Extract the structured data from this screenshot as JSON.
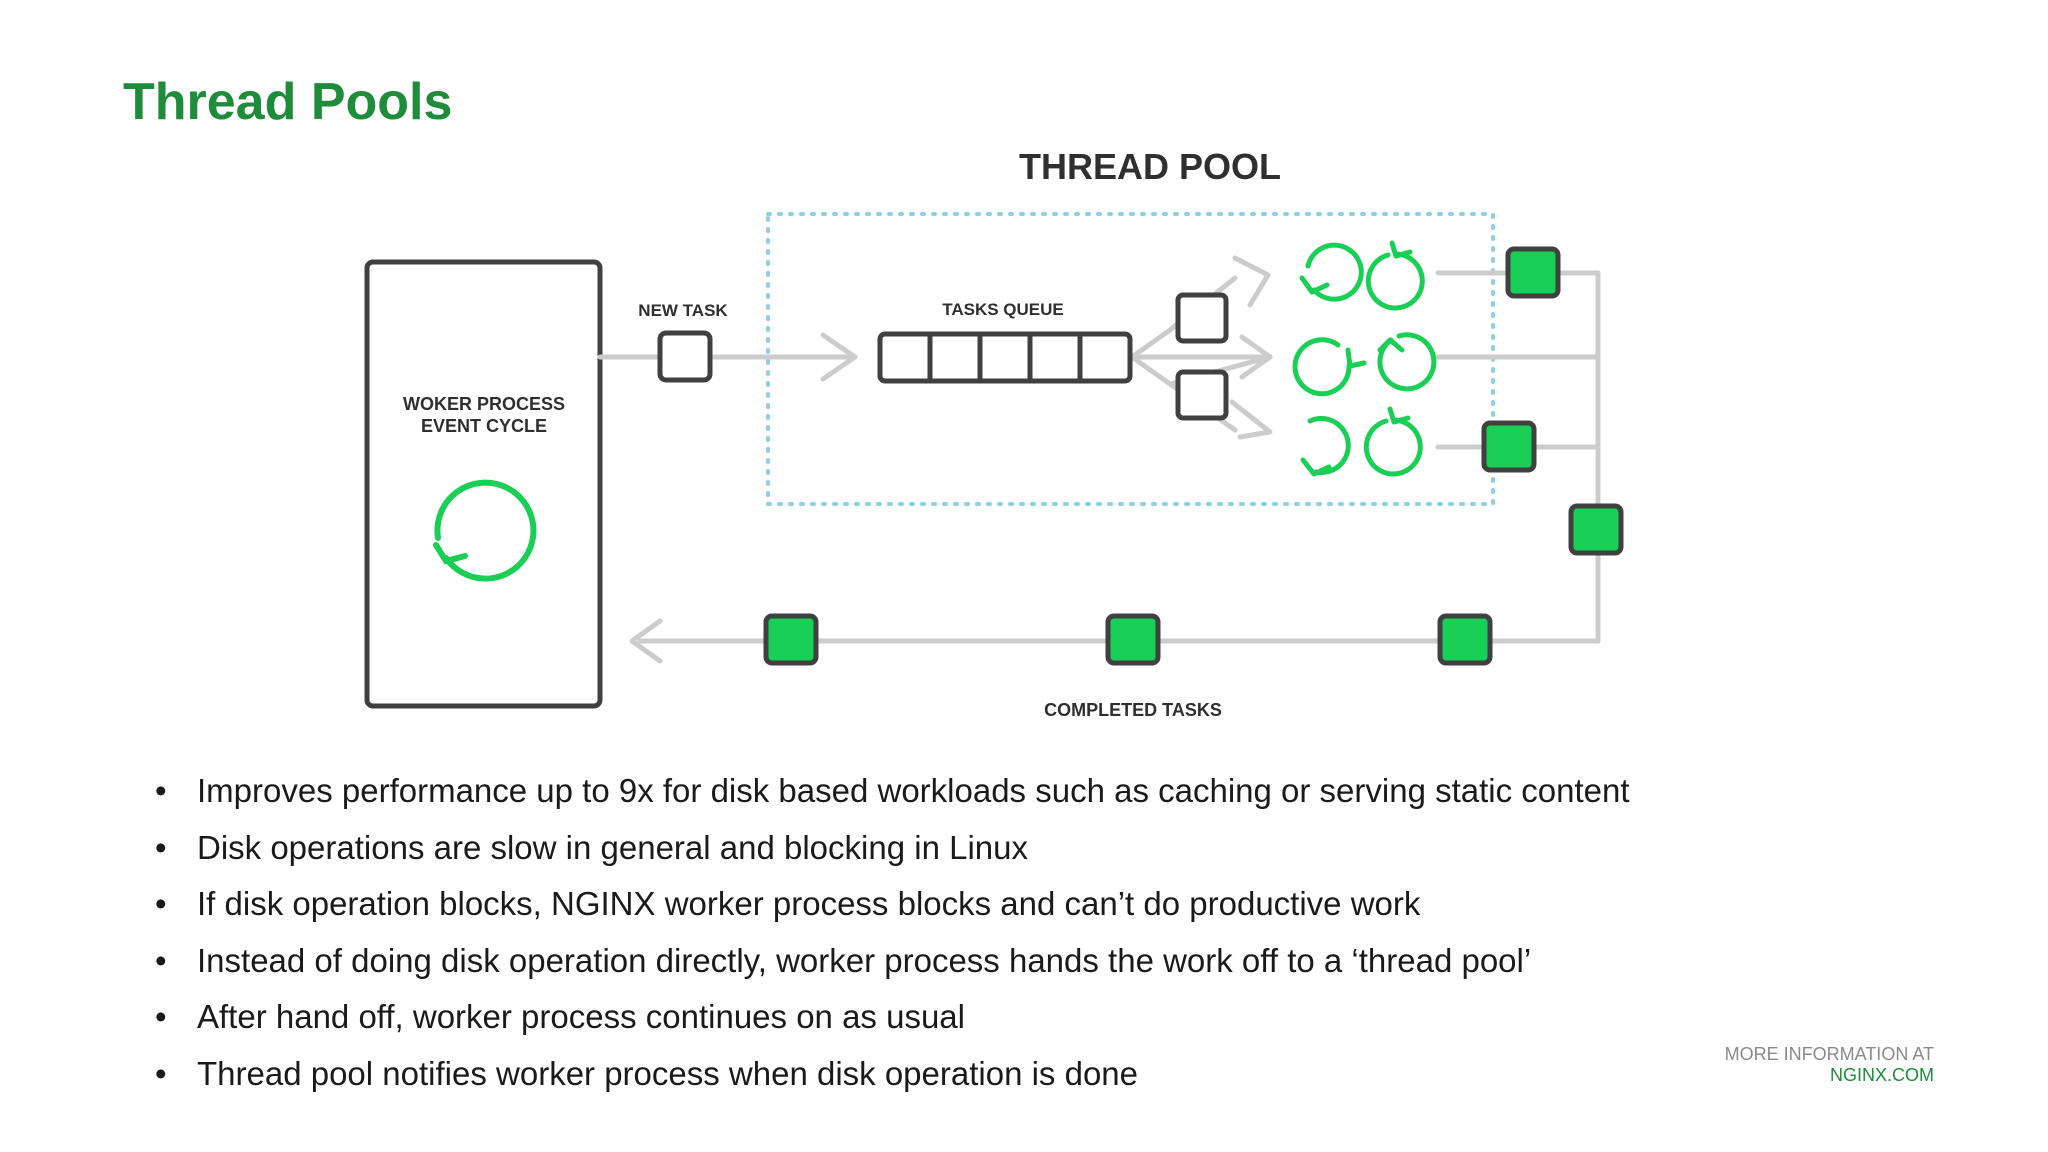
{
  "slide": {
    "title": "Thread Pools"
  },
  "diagram": {
    "title": "THREAD POOL",
    "worker_label_line1": "WOKER PROCESS",
    "worker_label_line2": "EVENT CYCLE",
    "new_task_label": "NEW TASK",
    "tasks_queue_label": "TASKS QUEUE",
    "completed_tasks_label": "COMPLETED TASKS",
    "colors": {
      "green": "#19cf56",
      "dark": "#404040",
      "line": "#cccccc",
      "dotted": "#8fd0e0"
    }
  },
  "bullets": [
    "Improves performance up to 9x for disk based workloads such as caching or serving static content",
    "Disk operations are slow in general and blocking in Linux",
    "If disk operation blocks, NGINX worker process blocks and can’t do productive work",
    "Instead of doing disk operation directly, worker process hands the work off to a ‘thread pool’",
    "After hand off, worker process continues on as usual",
    "Thread pool notifies worker process when disk operation is done"
  ],
  "bullet_marker": "•",
  "footer": {
    "line1": "MORE INFORMATION AT",
    "line2": "NGINX.COM"
  }
}
